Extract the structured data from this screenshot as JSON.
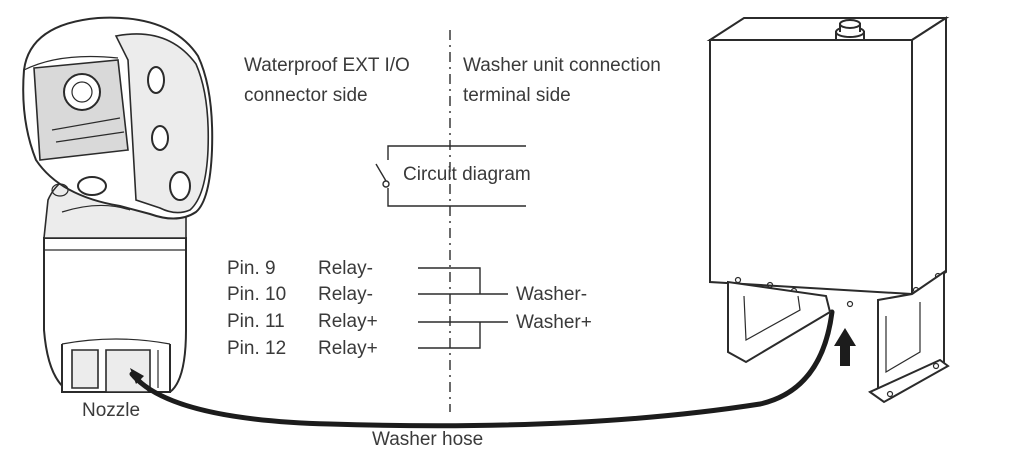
{
  "labels": {
    "left_heading_line1": "Waterproof EXT I/O",
    "left_heading_line2": "connector side",
    "right_heading_line1": "Washer unit connection",
    "right_heading_line2": "terminal side",
    "circuit_diagram": "Circuit diagram",
    "nozzle": "Nozzle",
    "washer_hose": "Washer hose"
  },
  "pins": [
    {
      "pin": "Pin. 9",
      "signal": "Relay-"
    },
    {
      "pin": "Pin. 10",
      "signal": "Relay-"
    },
    {
      "pin": "Pin. 11",
      "signal": "Relay+"
    },
    {
      "pin": "Pin. 12",
      "signal": "Relay+"
    }
  ],
  "washer_terminals": {
    "minus": "Washer-",
    "plus": "Washer+"
  }
}
